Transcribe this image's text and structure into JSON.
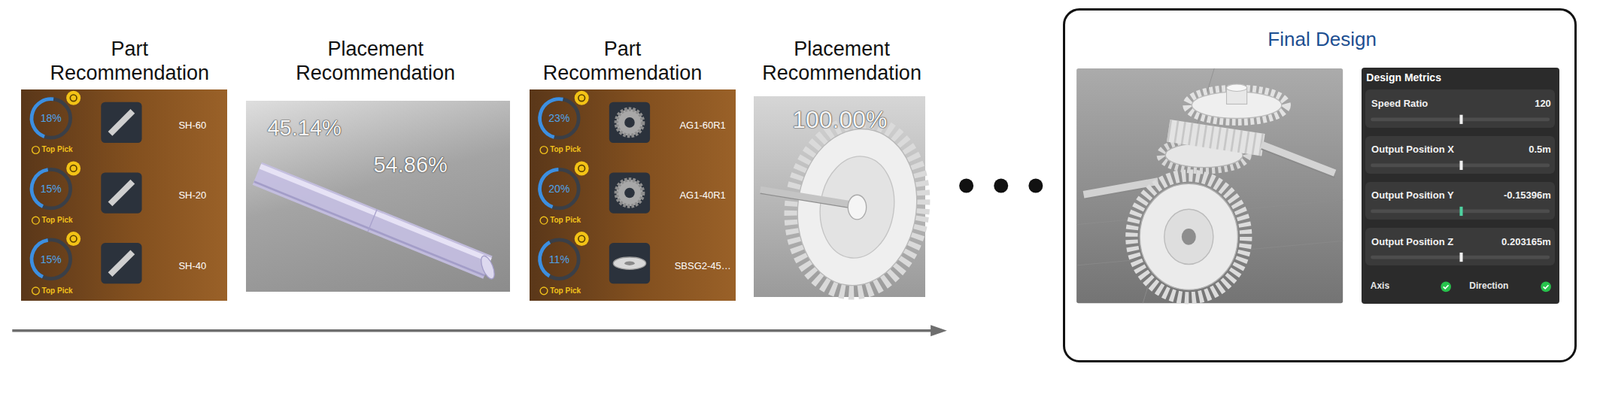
{
  "diagram": {
    "nodes": [
      {
        "text": [
          "Part Recommendation"
        ]
      },
      {
        "text": [
          "18%",
          "Top Pick",
          "SH-60"
        ],
        "in": 0
      },
      {
        "text": [
          "15%",
          "Top Pick",
          "SH-20"
        ],
        "in": 0
      },
      {
        "text": [
          "15%",
          "Top Pick",
          "SH-40"
        ],
        "in": 0
      },
      {
        "text": [
          "Placement Recommendation",
          "45.14%",
          "54.86%"
        ]
      },
      {
        "text": [
          "Part Recommendation"
        ]
      },
      {
        "text": [
          "23%",
          "Top Pick",
          "AG1-60R1"
        ],
        "in": 5
      },
      {
        "text": [
          "20%",
          "Top Pick",
          "AG1-40R1"
        ],
        "in": 5
      },
      {
        "text": [
          "11%",
          "Top Pick",
          "SBSG2-45…"
        ],
        "in": 5
      },
      {
        "text": [
          "Placement Recommendation",
          "100.00%"
        ]
      },
      {
        "text": [
          "Final Design"
        ]
      },
      {
        "text": [
          "Design Metrics"
        ],
        "in": 10
      },
      {
        "text": [
          "Speed Ratio",
          "120"
        ],
        "in": 11
      },
      {
        "text": [
          "Output Position X",
          "0.5m"
        ],
        "in": 11
      },
      {
        "text": [
          "Output Position Y",
          "-0.15396m"
        ],
        "in": 11
      },
      {
        "text": [
          "Output Position Z",
          "0.203165m"
        ],
        "in": 11
      },
      {
        "text": [
          "Axis",
          "Direction"
        ],
        "in": 11
      }
    ]
  }
}
